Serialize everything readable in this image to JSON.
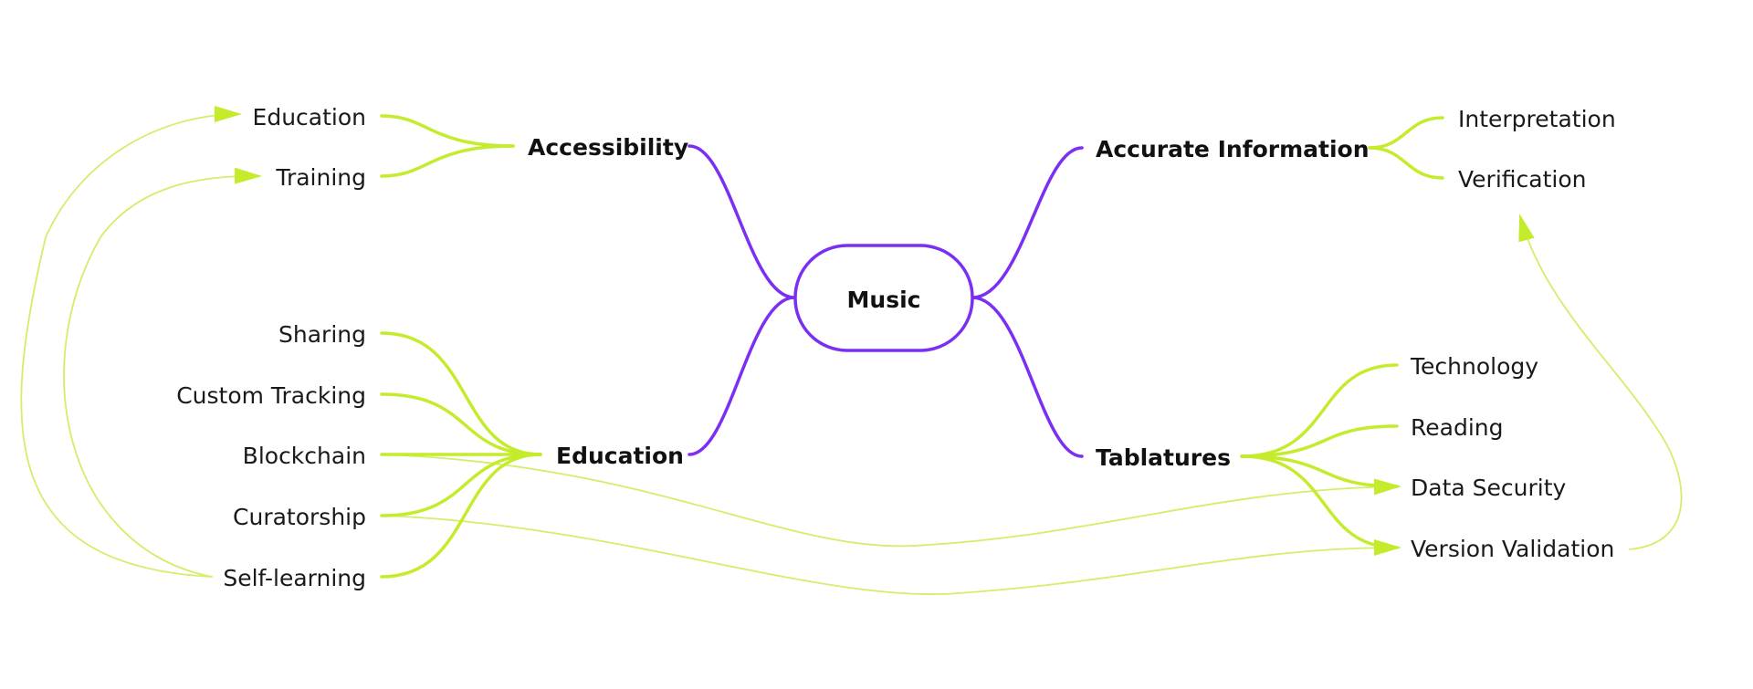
{
  "colors": {
    "central_stroke": "#7b2ff2",
    "branch_link": "#7b2ff2",
    "sub_link": "#c4ec2c",
    "cross_link": "#d2ee6a"
  },
  "central": {
    "label": "Music"
  },
  "branches": {
    "accessibility": {
      "label": "Accessibility",
      "children": [
        "Education",
        "Training"
      ]
    },
    "education": {
      "label": "Education",
      "children": [
        "Sharing",
        "Custom Tracking",
        "Blockchain",
        "Curatorship",
        "Self-learning"
      ]
    },
    "accurate_information": {
      "label": "Accurate Information",
      "children": [
        "Interpretation",
        "Verification"
      ]
    },
    "tablatures": {
      "label": "Tablatures",
      "children": [
        "Technology",
        "Reading",
        "Data Security",
        "Version Validation"
      ]
    }
  },
  "relationships": [
    {
      "from": "Self-learning",
      "to": "Education"
    },
    {
      "from": "Self-learning",
      "to": "Training"
    },
    {
      "from": "Blockchain",
      "to": "Data Security"
    },
    {
      "from": "Curatorship",
      "to": "Version Validation"
    },
    {
      "from": "Version Validation",
      "to": "Verification"
    }
  ]
}
